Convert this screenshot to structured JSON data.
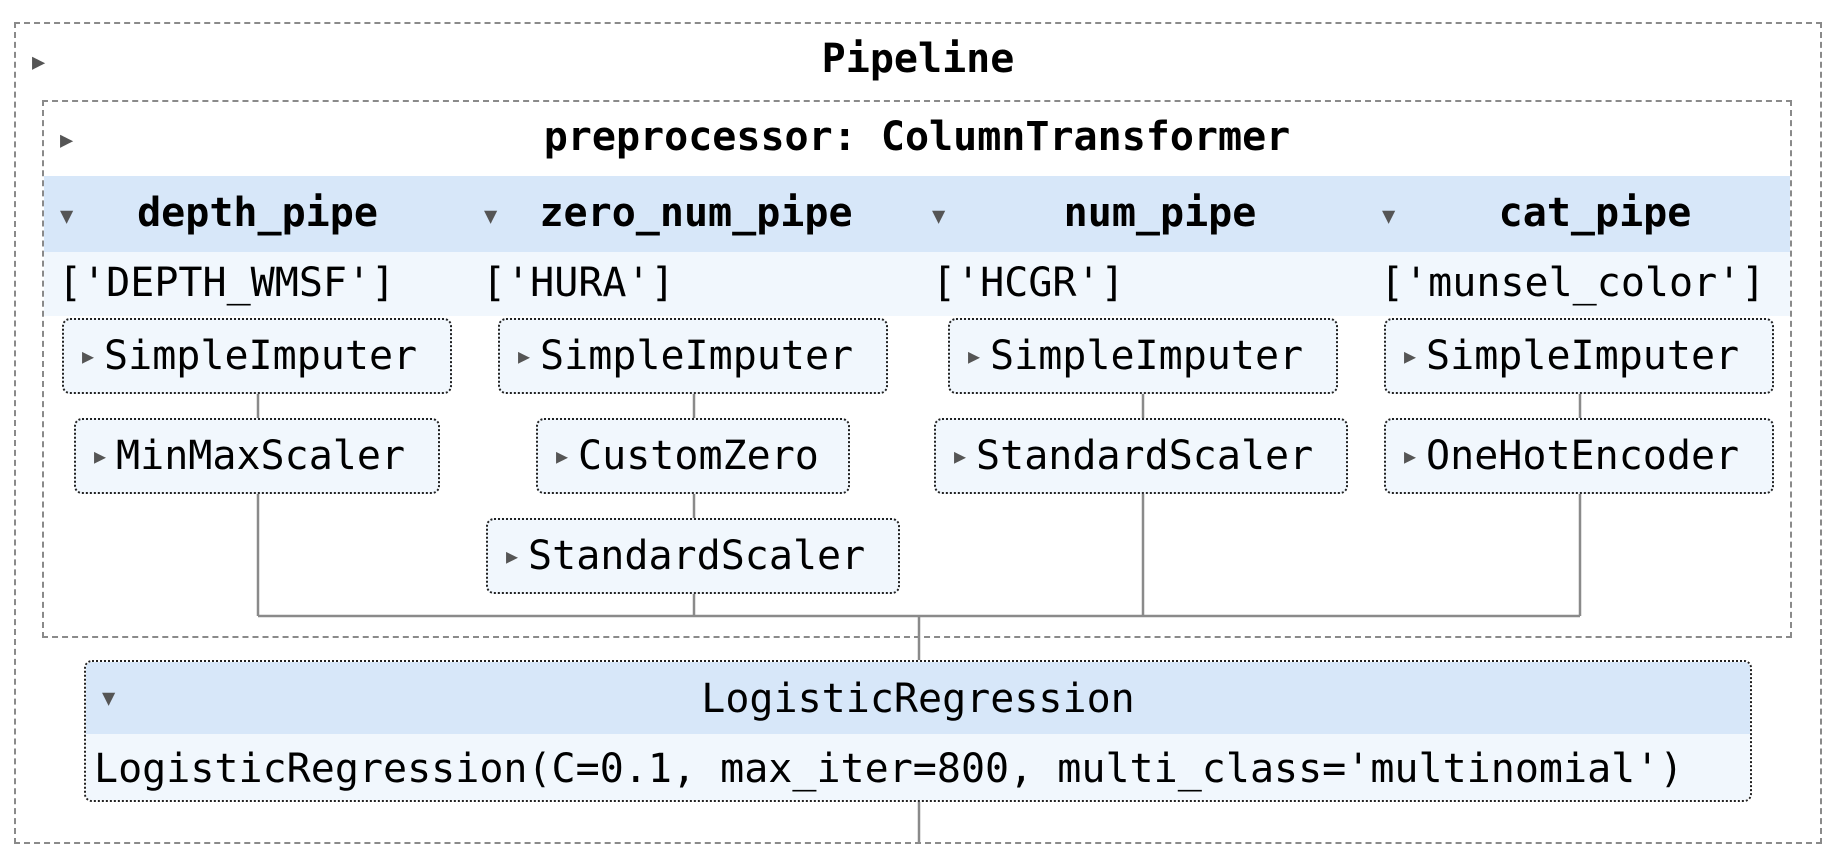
{
  "pipeline": {
    "title": "Pipeline",
    "toggle": "▶",
    "preprocessor": {
      "title": "preprocessor: ColumnTransformer",
      "toggle": "▶",
      "pipes": [
        {
          "name": "depth_pipe",
          "toggle": "▼",
          "columns": "['DEPTH_WMSF']",
          "steps": [
            "SimpleImputer",
            "MinMaxScaler"
          ]
        },
        {
          "name": "zero_num_pipe",
          "toggle": "▼",
          "columns": "['HURA']",
          "steps": [
            "SimpleImputer",
            "CustomZero",
            "StandardScaler"
          ]
        },
        {
          "name": "num_pipe",
          "toggle": "▼",
          "columns": "['HCGR']",
          "steps": [
            "SimpleImputer",
            "StandardScaler"
          ]
        },
        {
          "name": "cat_pipe",
          "toggle": "▼",
          "columns": "['munsel_color']",
          "steps": [
            "SimpleImputer",
            "OneHotEncoder"
          ]
        }
      ]
    },
    "estimator": {
      "title": "LogisticRegression",
      "toggle": "▼",
      "params": "LogisticRegression(C=0.1, max_iter=800, multi_class='multinomial')"
    },
    "step_toggle": "▶"
  },
  "colors": {
    "header_fill": "#d7e7f9",
    "body_fill": "#f1f7fd",
    "border": "#8a8a8a",
    "wire": "#8a8a8a"
  }
}
